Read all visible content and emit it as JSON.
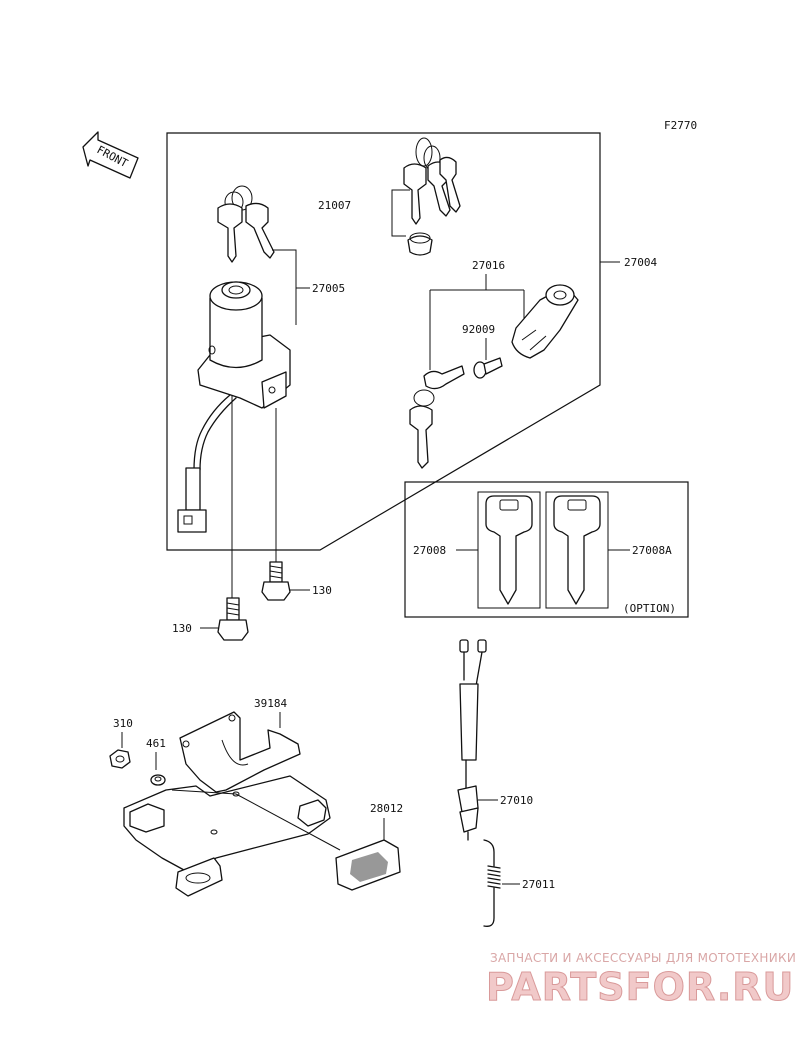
{
  "figure_code": "F2770",
  "front_label": "FRONT",
  "option_label": "(OPTION)",
  "parts": {
    "p21007": "21007",
    "p27004": "27004",
    "p27005": "27005",
    "p27016": "27016",
    "p92009": "92009",
    "p27008": "27008",
    "p27008a": "27008A",
    "p130_right": "130",
    "p130_left": "130",
    "p310": "310",
    "p461": "461",
    "p39184": "39184",
    "p28012": "28012",
    "p27010": "27010",
    "p27011": "27011"
  },
  "watermark": {
    "tagline": "ЗАПЧАСТИ И АКСЕССУАРЫ ДЛЯ МОТОТЕХНИКИ",
    "brand": "PARTSFOR.RU"
  }
}
